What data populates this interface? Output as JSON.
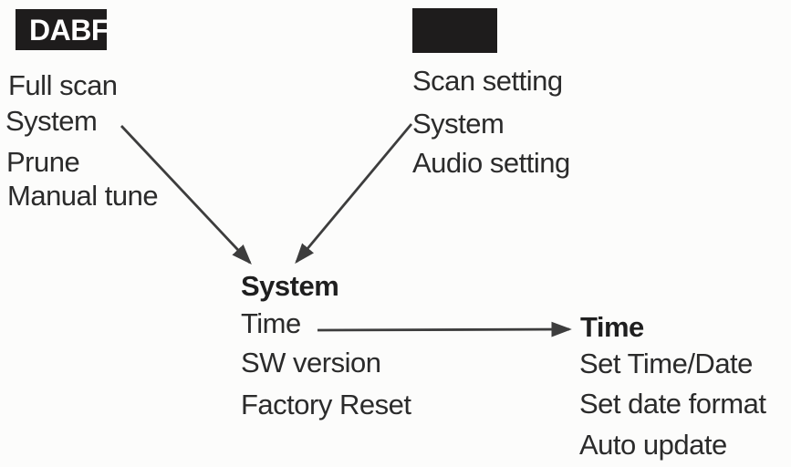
{
  "colors": {
    "background": "#fcfcfb",
    "text": "#2b2b2b",
    "arrow": "#3d3d3d",
    "badge_background": "#1e1c1c",
    "badge_text": "#ffffff"
  },
  "dab_menu": {
    "badge_label": "DABF",
    "items": [
      "Full scan",
      "System",
      "Prune",
      "Manual tune"
    ]
  },
  "fm_menu": {
    "badge_label": "",
    "items": [
      "Scan setting",
      "System",
      "Audio setting"
    ]
  },
  "system_submenu": {
    "title": "System",
    "items": [
      "Time",
      "SW version",
      "Factory Reset"
    ]
  },
  "time_submenu": {
    "title": "Time",
    "items": [
      "Set Time/Date",
      "Set date format",
      "Auto update"
    ]
  }
}
